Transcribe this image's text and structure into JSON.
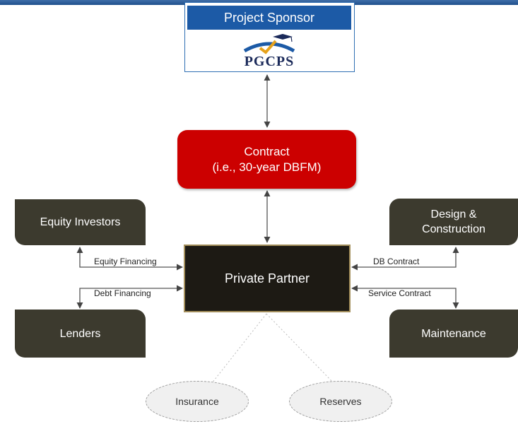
{
  "colors": {
    "sponsor_header": "#1c5aa6",
    "contract_fill": "#cc0000",
    "node_fill": "#3c3a2e",
    "private_fill": "#1d1a14",
    "private_border": "#a48f5c",
    "ellipse_border": "#9c9c9c"
  },
  "sponsor": {
    "title": "Project Sponsor",
    "logo_text": "PGCPS"
  },
  "contract": {
    "line1": "Contract",
    "line2": "(i.e., 30-year DBFM)"
  },
  "private_partner": "Private Partner",
  "nodes": {
    "equity_investors": "Equity Investors",
    "lenders": "Lenders",
    "design_line1": "Design &",
    "design_line2": "Construction",
    "maintenance": "Maintenance"
  },
  "edges": {
    "equity_financing": "Equity Financing",
    "debt_financing": "Debt Financing",
    "db_contract": "DB Contract",
    "service_contract": "Service Contract"
  },
  "risk_items": {
    "insurance": "Insurance",
    "reserves": "Reserves"
  }
}
